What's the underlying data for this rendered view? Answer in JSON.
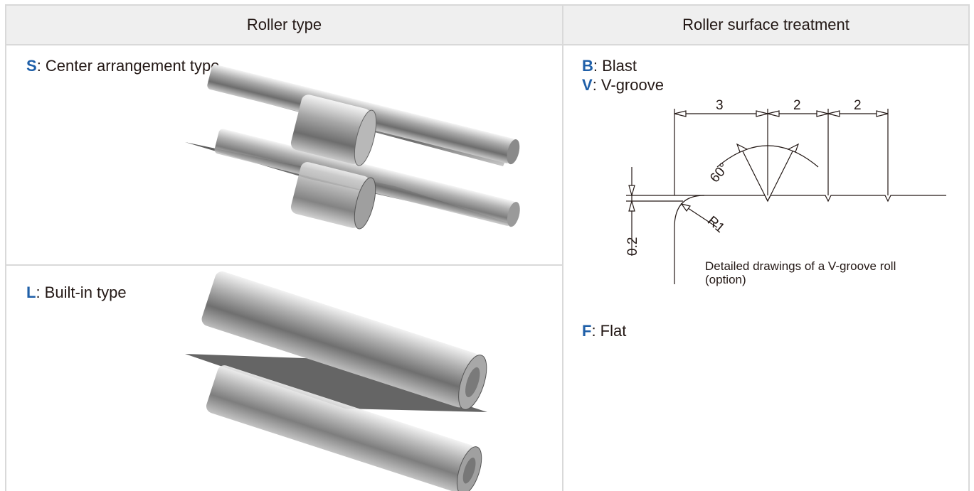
{
  "table": {
    "col1_header": "Roller type",
    "col2_header": "Roller surface treatment"
  },
  "roller_type": {
    "items": [
      {
        "code": "S",
        "label": ": Center arrangement type"
      },
      {
        "code": "L",
        "label": ": Built-in type"
      }
    ]
  },
  "surface_treatment": {
    "items": [
      {
        "code": "B",
        "label": ": Blast"
      },
      {
        "code": "V",
        "label": ": V-groove"
      },
      {
        "code": "F",
        "label": ": Flat"
      }
    ],
    "drawing": {
      "dim_3": "3",
      "dim_2a": "2",
      "dim_2b": "2",
      "angle": "60°",
      "radius": "R1",
      "depth": "0.2",
      "caption_line1": "Detailed drawings of a V-groove roll",
      "caption_line2": "(option)"
    }
  },
  "colors": {
    "code_blue": "#1f5fa8",
    "header_bg": "#efefef",
    "border": "#d9d9d9"
  }
}
